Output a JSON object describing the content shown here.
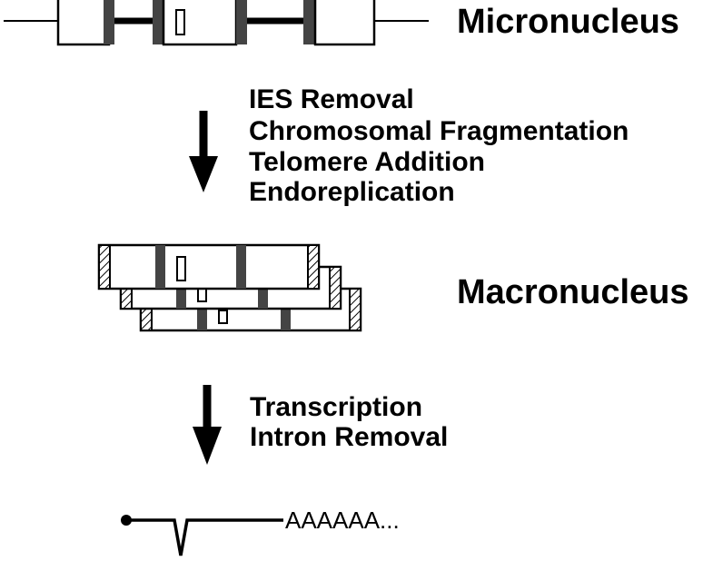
{
  "labels": {
    "micronucleus": "Micronucleus",
    "macronucleus": "Macronucleus",
    "poly_a": "AAAAAA..."
  },
  "steps_1": [
    "IES Removal",
    "Chromosomal Fragmentation",
    "Telomere Addition",
    "Endoreplication"
  ],
  "steps_2": [
    "Transcription",
    "Intron Removal"
  ],
  "colors": {
    "stroke": "#000000",
    "ies_fill": "#444444",
    "box_fill": "#ffffff"
  }
}
